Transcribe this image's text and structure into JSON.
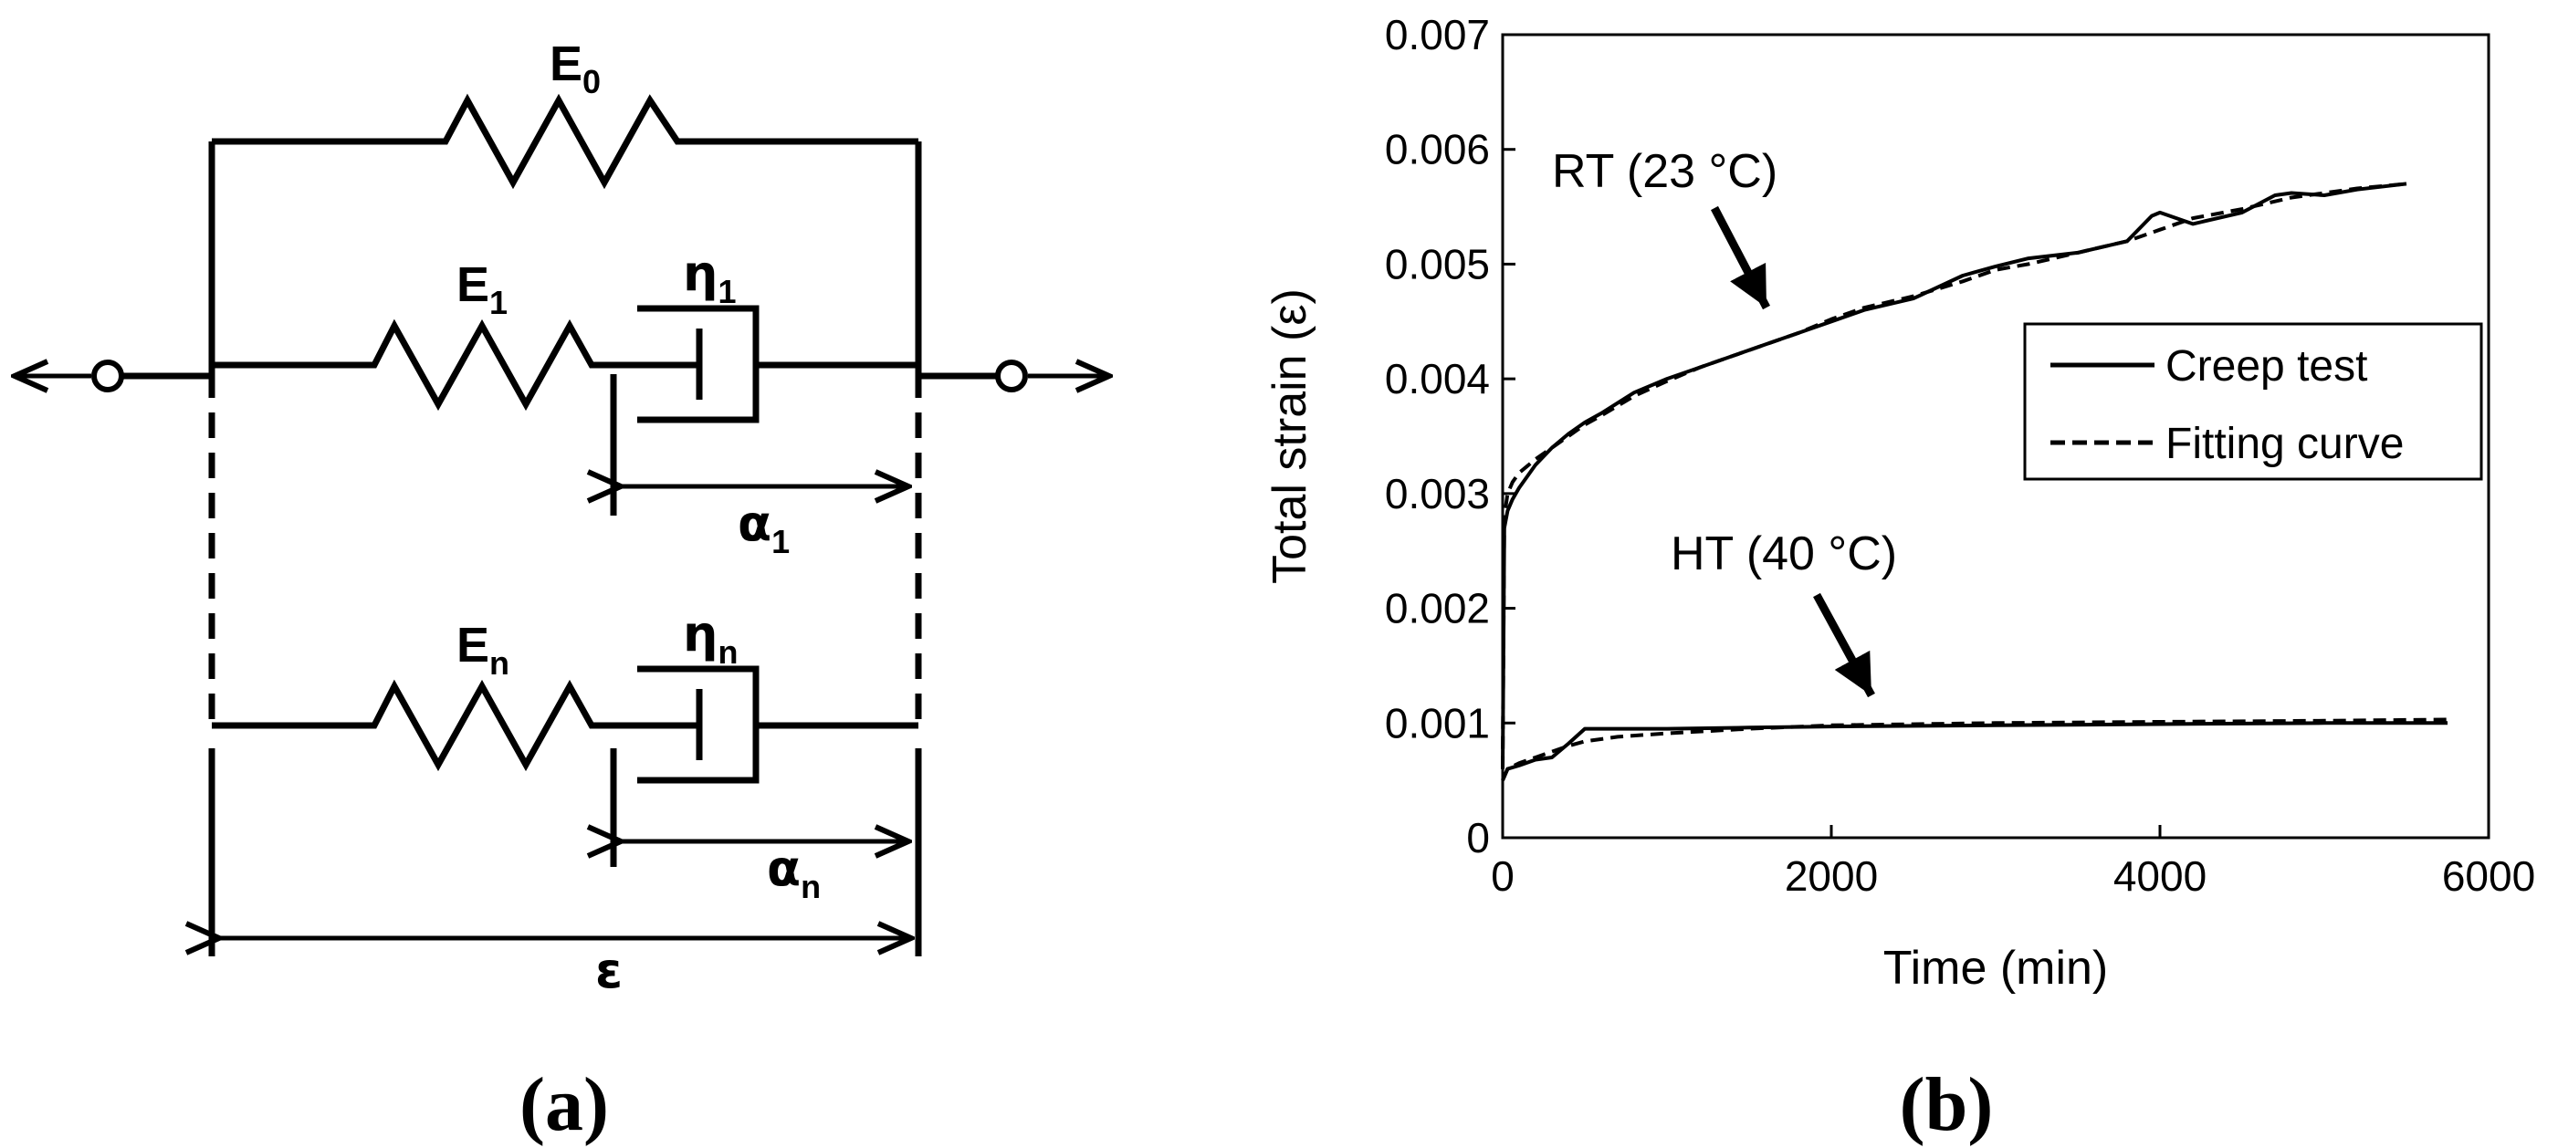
{
  "diagram": {
    "panel_label": "(a)",
    "labels": {
      "E0_base": "E",
      "E0_sub": "0",
      "E1_base": "E",
      "E1_sub": "1",
      "eta1_base": "η",
      "eta1_sub": "1",
      "alpha1_base": "α",
      "alpha1_sub": "1",
      "En_base": "E",
      "En_sub": "n",
      "etan_base": "η",
      "etan_sub": "n",
      "alphan_base": "α",
      "alphan_sub": "n",
      "eps": "ε"
    }
  },
  "chart_data": {
    "type": "line",
    "panel_label": "(b)",
    "title": "",
    "xlabel": "Time (min)",
    "ylabel": "Total strain (ε)",
    "xlim": [
      0,
      6000
    ],
    "ylim": [
      0,
      0.007
    ],
    "x_ticks": [
      "0",
      "2000",
      "4000",
      "6000"
    ],
    "y_ticks": [
      "0",
      "0.001",
      "0.002",
      "0.003",
      "0.004",
      "0.005",
      "0.006",
      "0.007"
    ],
    "grid": false,
    "legend": {
      "position": "right",
      "entries": [
        "Creep test",
        "Fitting curve"
      ]
    },
    "annotations": [
      {
        "text": "RT (23 °C)",
        "points_to": [
          1600,
          0.0044
        ]
      },
      {
        "text": "HT (40 °C)",
        "points_to": [
          2300,
          0.00102
        ]
      }
    ],
    "series": [
      {
        "name": "Creep test",
        "style": "solid",
        "group": "RT",
        "x": [
          0,
          10,
          30,
          60,
          100,
          150,
          200,
          300,
          400,
          500,
          600,
          800,
          1000,
          1200,
          1400,
          1600,
          1800,
          2000,
          2200,
          2500,
          2800,
          3000,
          3200,
          3500,
          3800,
          3950,
          4000,
          4200,
          4500,
          4700,
          4800,
          5000,
          5200,
          5500
        ],
        "y": [
          0.0006,
          0.0027,
          0.00285,
          0.00295,
          0.00305,
          0.00315,
          0.00325,
          0.0034,
          0.00352,
          0.00362,
          0.0037,
          0.00388,
          0.004,
          0.0041,
          0.0042,
          0.0043,
          0.0044,
          0.0045,
          0.0046,
          0.0047,
          0.0049,
          0.00498,
          0.00505,
          0.0051,
          0.0052,
          0.00542,
          0.00545,
          0.00535,
          0.00545,
          0.0056,
          0.00562,
          0.0056,
          0.00565,
          0.0057
        ]
      },
      {
        "name": "Fitting curve",
        "style": "dashed",
        "group": "RT",
        "x": [
          0,
          10,
          30,
          60,
          100,
          150,
          200,
          300,
          400,
          500,
          600,
          800,
          1000,
          1200,
          1400,
          1600,
          1800,
          2000,
          2200,
          2500,
          2800,
          3000,
          3200,
          3500,
          3800,
          4000,
          4200,
          4500,
          4800,
          5000,
          5200,
          5500
        ],
        "y": [
          0.0006,
          0.0028,
          0.003,
          0.0031,
          0.00318,
          0.00324,
          0.0033,
          0.0034,
          0.0035,
          0.0036,
          0.00368,
          0.00385,
          0.00398,
          0.0041,
          0.0042,
          0.0043,
          0.0044,
          0.00452,
          0.00462,
          0.00472,
          0.00485,
          0.00495,
          0.005,
          0.0051,
          0.0052,
          0.0053,
          0.0054,
          0.00548,
          0.00558,
          0.00562,
          0.00566,
          0.0057
        ]
      },
      {
        "name": "Creep test",
        "style": "solid",
        "group": "HT",
        "x": [
          0,
          30,
          100,
          200,
          300,
          400,
          500,
          700,
          1000,
          1500,
          2000,
          3000,
          4000,
          5000,
          5750
        ],
        "y": [
          0.0005,
          0.0006,
          0.00063,
          0.00068,
          0.0007,
          0.00082,
          0.00095,
          0.00095,
          0.00095,
          0.00096,
          0.00097,
          0.00098,
          0.00099,
          0.001,
          0.001
        ]
      },
      {
        "name": "Fitting curve",
        "style": "dashed",
        "group": "HT",
        "x": [
          0,
          30,
          100,
          200,
          300,
          400,
          500,
          700,
          1000,
          1500,
          2000,
          3000,
          4000,
          5000,
          5750
        ],
        "y": [
          0.0005,
          0.0006,
          0.00065,
          0.0007,
          0.00075,
          0.0008,
          0.00084,
          0.00088,
          0.00091,
          0.00095,
          0.00098,
          0.001,
          0.00101,
          0.00102,
          0.00103
        ]
      }
    ]
  }
}
